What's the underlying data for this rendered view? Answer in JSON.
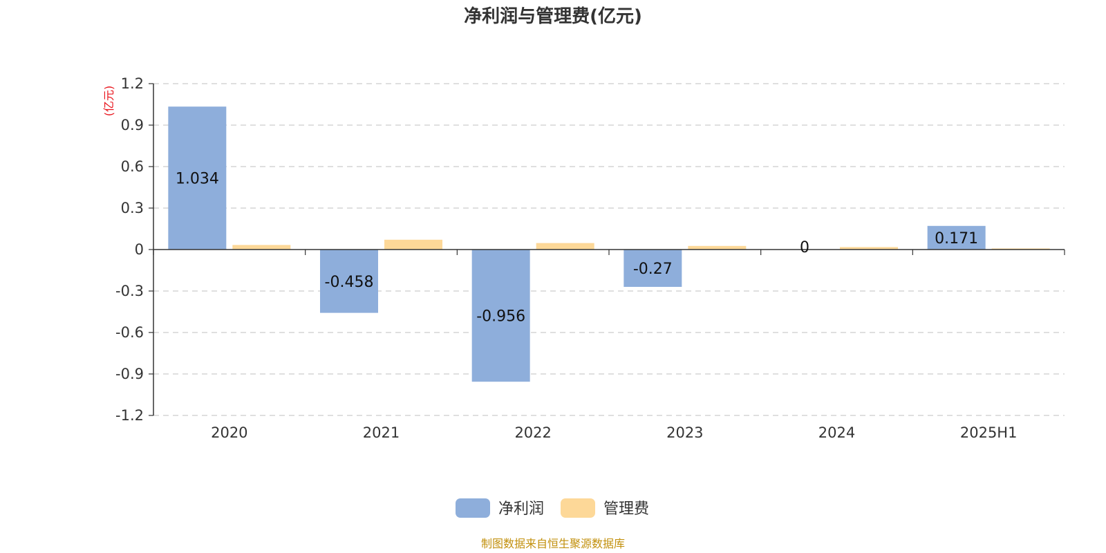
{
  "chart_data": {
    "type": "bar",
    "title": "净利润与管理费(亿元)",
    "unit": "(亿元)",
    "categories": [
      "2020",
      "2021",
      "2022",
      "2023",
      "2024",
      "2025H1"
    ],
    "series": [
      {
        "name": "净利润",
        "color": "#8eaedb",
        "values": [
          1.034,
          -0.458,
          -0.956,
          -0.27,
          0,
          0.171
        ],
        "labels": [
          "1.034",
          "-0.458",
          "-0.956",
          "-0.27",
          "0",
          "0.171"
        ]
      },
      {
        "name": "管理费",
        "color": "#fdd898",
        "values": [
          0.033,
          0.071,
          0.047,
          0.026,
          0.018,
          0.008
        ]
      }
    ],
    "ylim": [
      -1.2,
      1.2
    ],
    "yticks": [
      1.2,
      0.9,
      0.6,
      0.3,
      0,
      -0.3,
      -0.6,
      -0.9,
      -1.2
    ],
    "ytick_labels": [
      "1.2",
      "0.9",
      "0.6",
      "0.3",
      "0",
      "-0.3",
      "-0.6",
      "-0.9",
      "-1.2"
    ],
    "grid": true,
    "legend_position": "bottom-center"
  },
  "source": "制图数据来自恒生聚源数据库"
}
